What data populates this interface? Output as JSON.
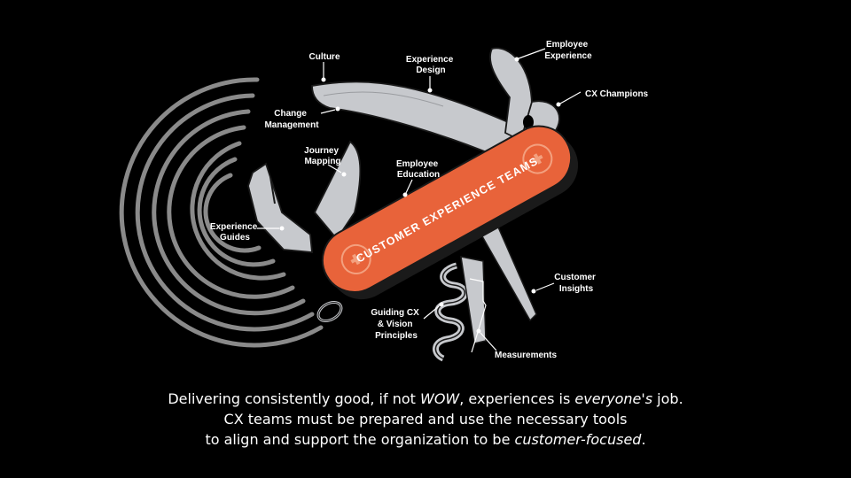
{
  "diagram": {
    "labels": {
      "culture": "Culture",
      "experience_design": [
        "Experience",
        "Design"
      ],
      "employee_experience": [
        "Employee",
        "Experience"
      ],
      "cx_champions": "CX Champions",
      "change_management": [
        "Change",
        "Management"
      ],
      "journey_mapping": [
        "Journey",
        "Mapping"
      ],
      "employee_education": [
        "Employee",
        "Education"
      ],
      "experience_guides": [
        "Experience",
        "Guides"
      ],
      "customer_insights": [
        "Customer",
        "Insights"
      ],
      "guiding_cx": [
        "Guiding CX",
        "& Vision",
        "Principles"
      ],
      "measurements": "Measurements"
    },
    "handle_text": "CUSTOMER EXPERIENCE TEAMS",
    "colors": {
      "background": "#000000",
      "handle": "#e8633a",
      "blade": "#c7c9cd",
      "outline": "#1a1a1a",
      "spiral": "#8a8a8a"
    }
  },
  "caption": {
    "line1_a": "Delivering consistently good, if not ",
    "line1_wow": "WOW",
    "line1_b": ", experiences is ",
    "line1_everyone": "everyone's",
    "line1_c": " job.",
    "line2": "CX teams must be prepared and use the necessary tools",
    "line3_a": "to align and support the organization to be ",
    "line3_focused": "customer-focused",
    "line3_b": "."
  }
}
